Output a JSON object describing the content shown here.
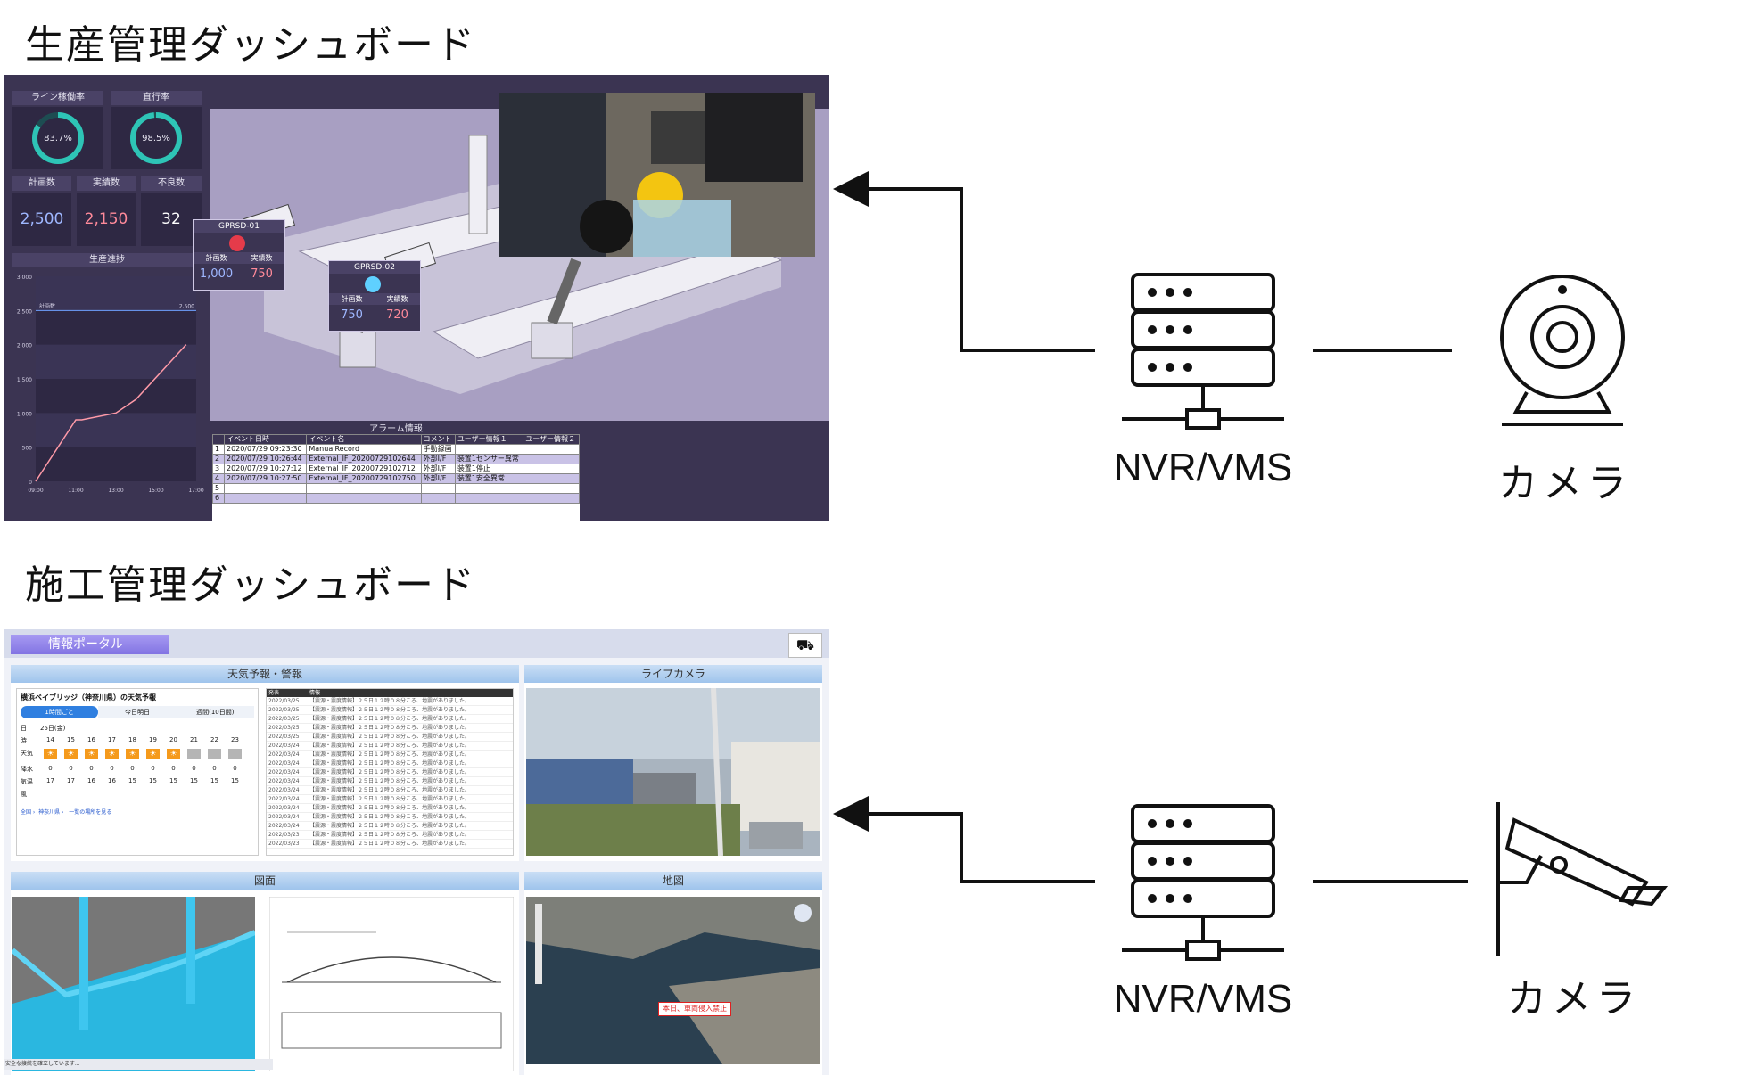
{
  "colors": {
    "line": "#111111",
    "prod_bg": "#3b3452",
    "accent_teal": "#2ec4b6",
    "accent_pink": "#ff8a9a"
  },
  "production": {
    "title": "生産管理ダッシュボード",
    "dashboard": {
      "tile_operating_rate": "ライン稼働率",
      "tile_straight_rate": "直行率",
      "gauge_operating_value": "83.7%",
      "gauge_straight_value": "98.5%",
      "gauge_operating_fraction": 0.837,
      "gauge_straight_fraction": 0.985,
      "tile_plan": "計画数",
      "tile_actual": "実績数",
      "tile_defect": "不良数",
      "plan_value": "2,500",
      "actual_value": "2,150",
      "defect_value": "32",
      "progress_title": "生産進捗",
      "progress_chart": {
        "y_ticks": [
          "3,000",
          "2,500",
          "2,000",
          "1,500",
          "1,000",
          "500",
          "0"
        ],
        "x_ticks": [
          "09:00",
          "11:00",
          "13:00",
          "15:00",
          "17:00"
        ],
        "plan_label": "計画数",
        "plan_value_label": "2,500",
        "plan_level": 2500,
        "y_max": 3000,
        "x": [
          0,
          2,
          2.3,
          4,
          5,
          7.5
        ],
        "y": [
          0,
          900,
          900,
          1000,
          1200,
          2000
        ]
      },
      "machine1": {
        "name": "GPRSD-01",
        "plan_label": "計画数",
        "actual_label": "実績数",
        "plan": "1,000",
        "actual": "750"
      },
      "machine2": {
        "name": "GPRSD-02",
        "plan_label": "計画数",
        "actual_label": "実績数",
        "plan": "750",
        "actual": "720"
      },
      "alarm_title": "アラーム情報",
      "alarm_headers": [
        "イベント日時",
        "イベント名",
        "コメント",
        "ユーザー情報１",
        "ユーザー情報２"
      ],
      "alarm_rows": [
        [
          "1",
          "2020/07/29 09:23:30",
          "ManualRecord",
          "手動録画",
          "",
          ""
        ],
        [
          "2",
          "2020/07/29 10:26:44",
          "External_IF_20200729102644",
          "外部I/F",
          "装置1センサー異常",
          ""
        ],
        [
          "3",
          "2020/07/29 10:27:12",
          "External_IF_20200729102712",
          "外部I/F",
          "装置1停止",
          ""
        ],
        [
          "4",
          "2020/07/29 10:27:50",
          "External_IF_20200729102750",
          "外部I/F",
          "装置1安全異常",
          ""
        ],
        [
          "5",
          "",
          "",
          "",
          "",
          ""
        ],
        [
          "6",
          "",
          "",
          "",
          "",
          ""
        ]
      ]
    },
    "nvr_label": "NVR/VMS",
    "camera_label": "カメラ"
  },
  "construction": {
    "title": "施工管理ダッシュボード",
    "dashboard": {
      "portal_tab": "情報ポータル",
      "weather_panel": "天気予報・警報",
      "live_camera_panel": "ライブカメラ",
      "drawing_panel": "図面",
      "map_panel": "地図",
      "weather_heading": "横浜ベイブリッジ（神奈川県）の天気予報",
      "weather_tabs": [
        "1時間ごと",
        "今日明日",
        "週間(10日間)"
      ],
      "weather_date": "25日(金)",
      "weather_row_labels": [
        "日",
        "時",
        "天気",
        "降水",
        "気温",
        "風"
      ],
      "weather_hours": [
        "14",
        "15",
        "16",
        "17",
        "18",
        "19",
        "20",
        "21",
        "22",
        "23"
      ],
      "weather_temps": [
        "17",
        "17",
        "16",
        "16",
        "15",
        "15",
        "15",
        "15",
        "15",
        "15"
      ],
      "weather_precip": [
        "0",
        "0",
        "0",
        "0",
        "0",
        "0",
        "0",
        "0",
        "0",
        "0"
      ],
      "weather_links": [
        "全国 ›",
        "神奈川県 ›",
        "一覧の場所を見る"
      ],
      "news_headers": [
        "発表",
        "情報"
      ],
      "news_dates": [
        "2022/03/25",
        "2022/03/25",
        "2022/03/25",
        "2022/03/25",
        "2022/03/25",
        "2022/03/24",
        "2022/03/24",
        "2022/03/24",
        "2022/03/24",
        "2022/03/24",
        "2022/03/24",
        "2022/03/24",
        "2022/03/24",
        "2022/03/24",
        "2022/03/24",
        "2022/03/23",
        "2022/03/23"
      ],
      "news_text": "【震源・震度情報】２５日１２時０８分ころ、地震がありました。",
      "map_callout": "本日、車両侵入禁止",
      "status_bar": "安全な接続を確立しています..."
    },
    "nvr_label": "NVR/VMS",
    "camera_label": "カメラ"
  }
}
